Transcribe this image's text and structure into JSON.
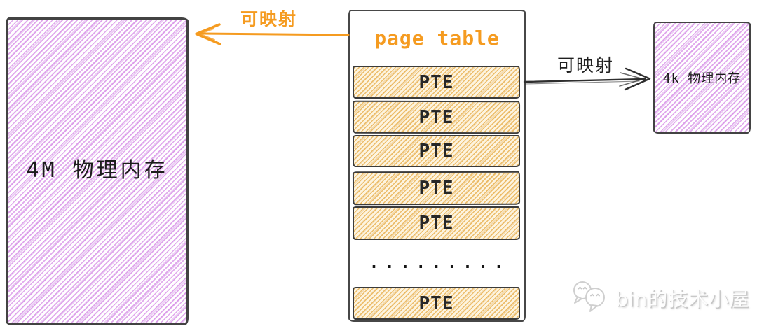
{
  "colors": {
    "accent_orange": "#F59B20",
    "purple_hatch": "#D68BE6",
    "orange_hatch": "#E9B355",
    "border_ink": "#434343",
    "text_ink": "#1C1C1C"
  },
  "diagram": {
    "left_block": {
      "label": "4M 物理内存"
    },
    "page_table": {
      "title": "page table",
      "rows": [
        "PTE",
        "PTE",
        "PTE",
        "PTE",
        "PTE",
        "PTE"
      ],
      "ellipsis": "........."
    },
    "right_block": {
      "label": "4k 物理内存"
    },
    "arrow_to_4m": {
      "label": "可映射"
    },
    "arrow_to_4k": {
      "label": "可映射"
    }
  },
  "watermark": {
    "icon": "wechat-icon",
    "text": "bin的技术小屋"
  }
}
